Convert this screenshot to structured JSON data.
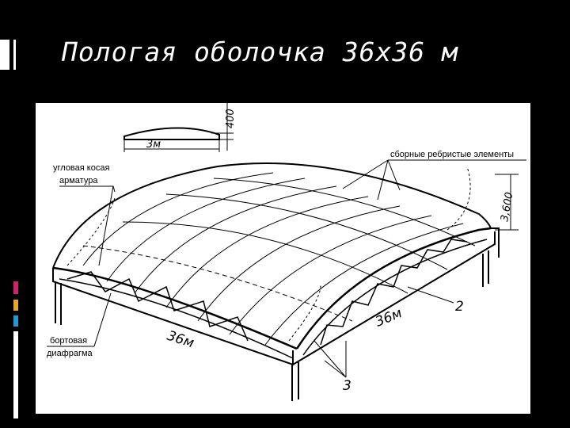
{
  "slide": {
    "title": "Пологая оболочка 36х36 м",
    "background": "#000000",
    "accent_colors": [
      "#ffffff",
      "#d31f6c",
      "#e8a91c",
      "#1e9ad6"
    ]
  },
  "diagram": {
    "element_width_label": "3м",
    "element_height_label": "400",
    "rise_label": "3,600",
    "length_front_label": "36м",
    "length_side_label": "36м",
    "callouts": {
      "corner_rebar": [
        "угловая косая",
        "арматура"
      ],
      "ribbed_elements": "сборные ребристые элементы",
      "edge_diaphragm": [
        "бортовая",
        "диафрагма"
      ],
      "marker_2": "2",
      "marker_3": "3"
    }
  }
}
